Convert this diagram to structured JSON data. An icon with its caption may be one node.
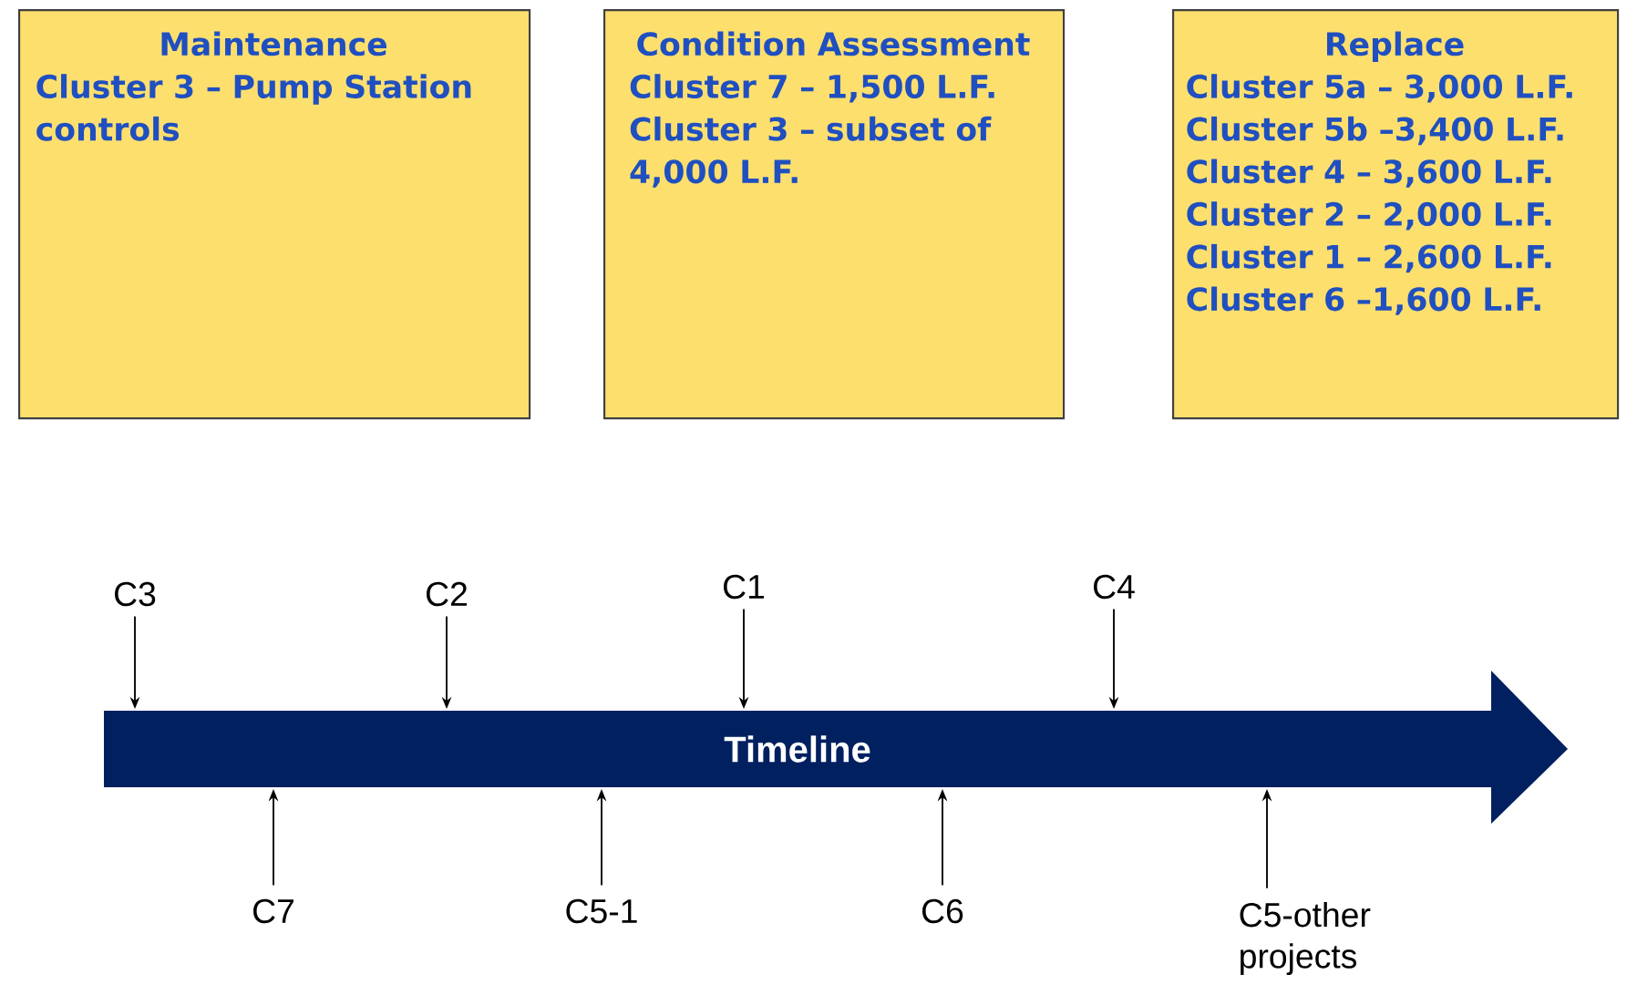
{
  "diagram": {
    "nodes": [
      {
        "text": [
          "Maintenance",
          "Cluster 3 – Pump Station controls"
        ]
      },
      {
        "text": [
          "Condition Assessment",
          "Cluster 7 – 1,500 L.F.",
          "Cluster 3 – subset of 4,000 L.F."
        ]
      },
      {
        "text": [
          "Replace",
          "Cluster 5a – 3,000 L.F.",
          "Cluster 5b –3,400 L.F.",
          "Cluster 4 – 3,600 L.F.",
          "Cluster 2 – 2,000 L.F.",
          "Cluster 1 – 2,600 L.F.",
          "Cluster 6 –1,600 L.F."
        ]
      },
      {
        "text": [
          "Timeline"
        ]
      },
      {
        "text": [
          "C3"
        ]
      },
      {
        "text": [
          "C2"
        ]
      },
      {
        "text": [
          "C1"
        ]
      },
      {
        "text": [
          "C4"
        ]
      },
      {
        "text": [
          "C7"
        ]
      },
      {
        "text": [
          "C5-1"
        ]
      },
      {
        "text": [
          "C6"
        ]
      },
      {
        "text": [
          "C5-other projects"
        ]
      }
    ],
    "edges": [
      {
        "from": 4,
        "to": 3,
        "arrow": "to"
      },
      {
        "from": 5,
        "to": 3,
        "arrow": "to"
      },
      {
        "from": 6,
        "to": 3,
        "arrow": "to"
      },
      {
        "from": 7,
        "to": 3,
        "arrow": "to"
      },
      {
        "from": 8,
        "to": 3,
        "arrow": "to"
      },
      {
        "from": 9,
        "to": 3,
        "arrow": "to"
      },
      {
        "from": 10,
        "to": 3,
        "arrow": "to"
      },
      {
        "from": 11,
        "to": 3,
        "arrow": "to"
      }
    ]
  }
}
